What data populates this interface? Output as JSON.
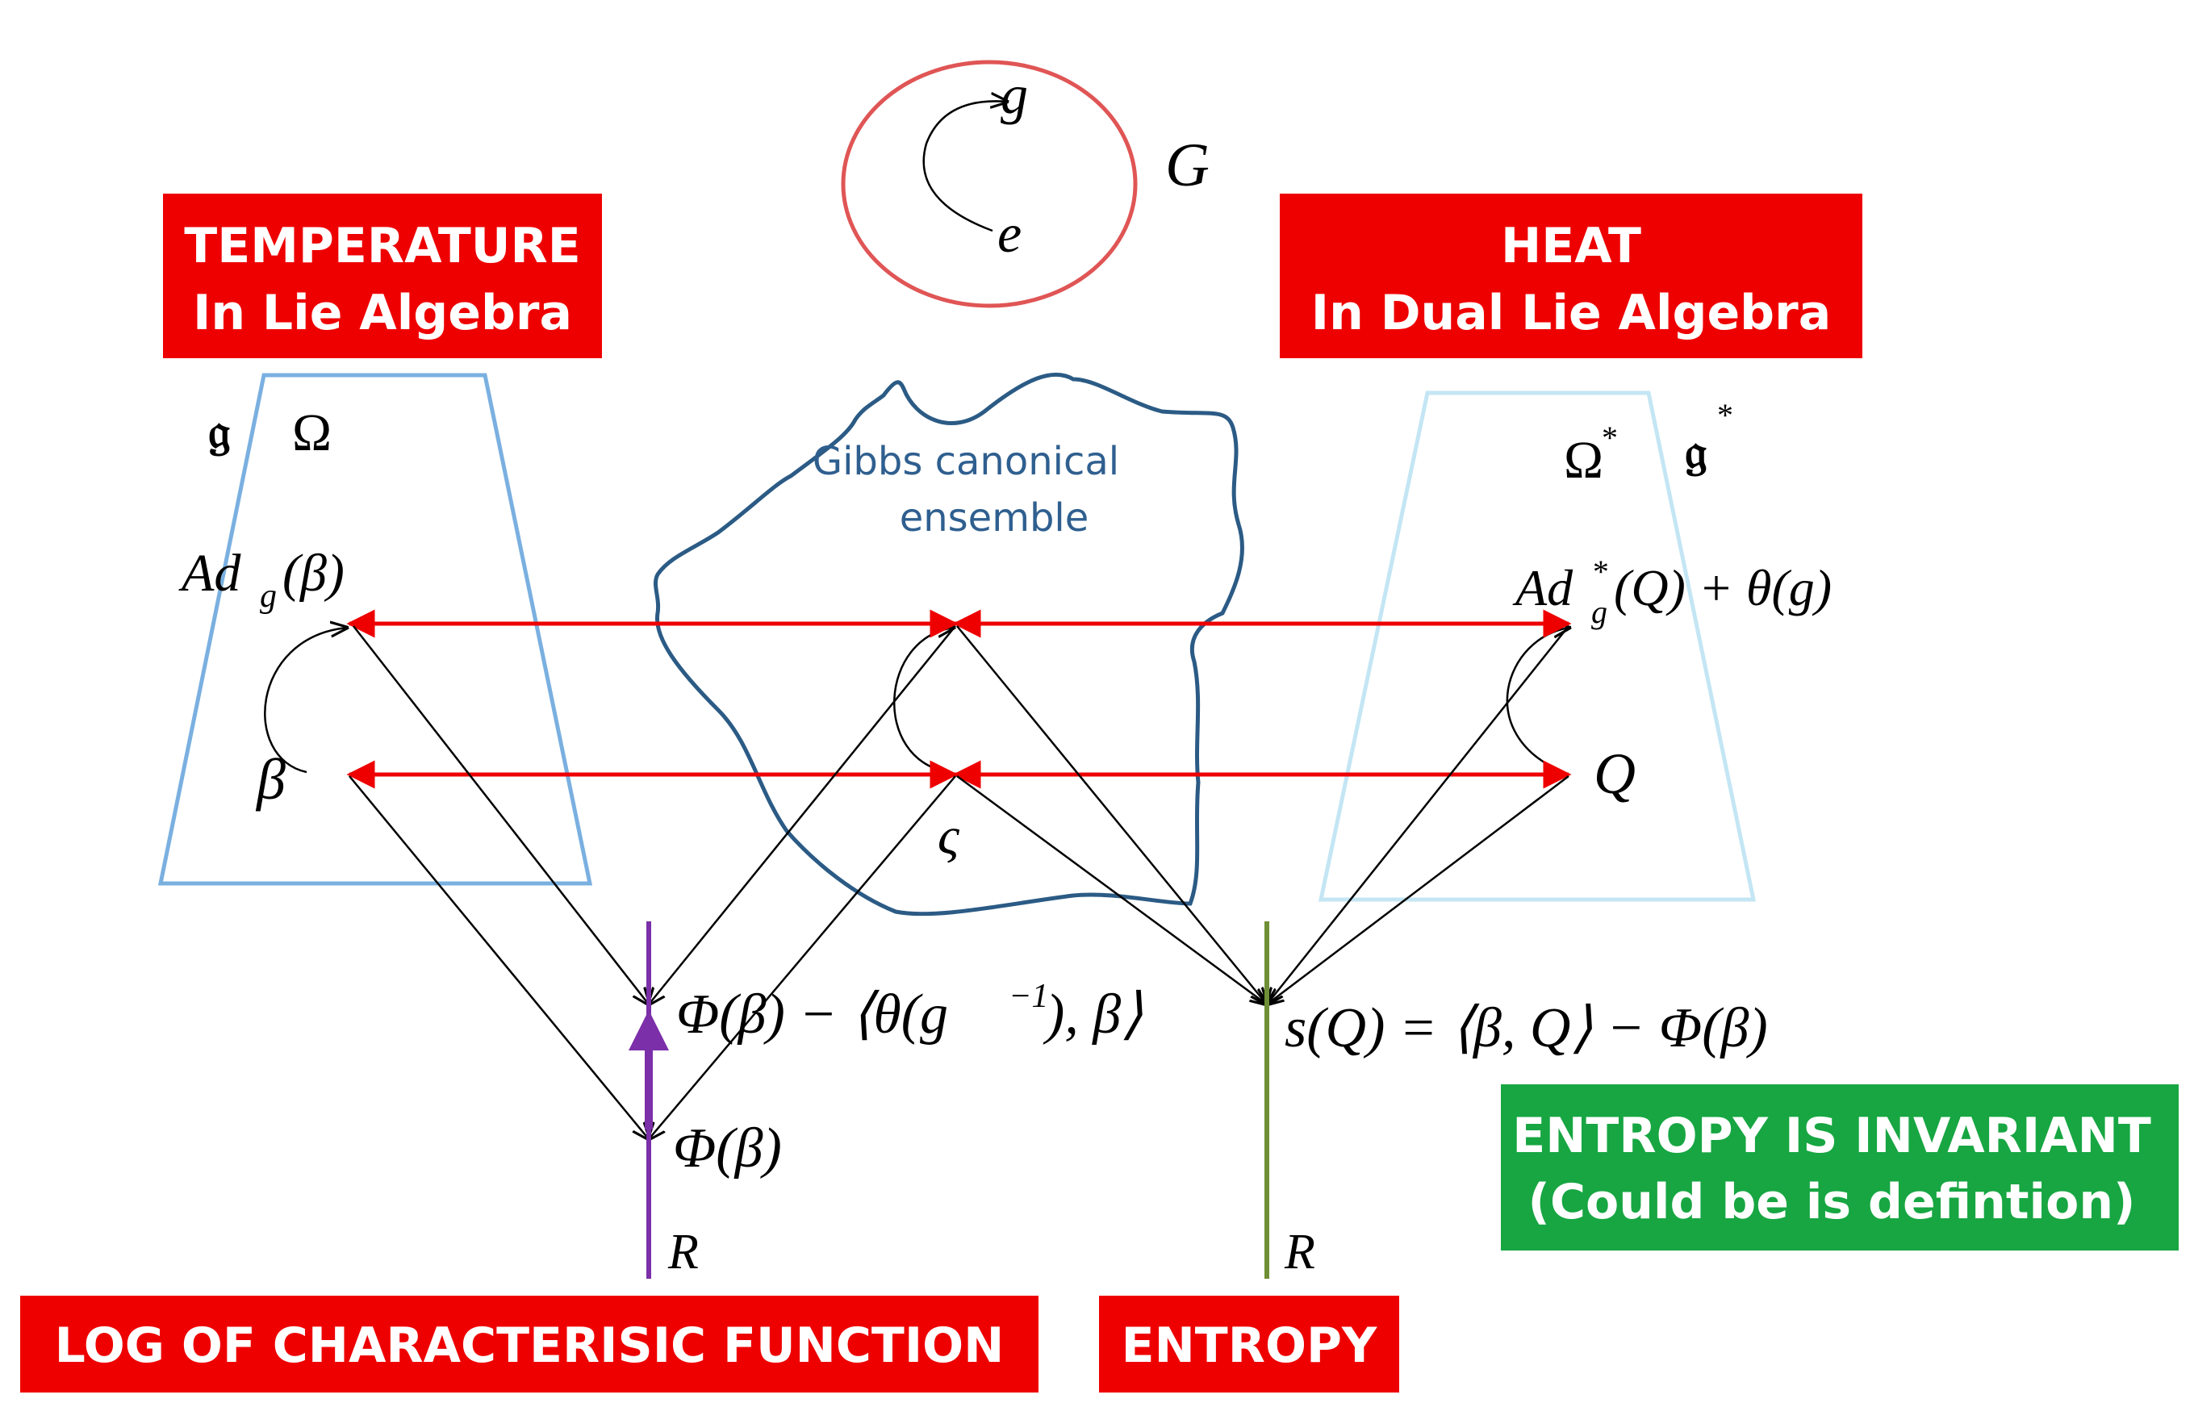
{
  "colors": {
    "red_box": "#ee0000",
    "green_box": "#17a642",
    "red_arrow": "#ee0000",
    "lie_algebra_trapezoid": "#7ab0e0",
    "dual_trapezoid": "#c4e6f4",
    "cloud_outline": "#2b5b85",
    "group_circle": "#e05555",
    "purple_axis": "#7b2fa8",
    "green_axis": "#6e8f35"
  },
  "group": {
    "g": "g",
    "e": "e",
    "G": "G"
  },
  "boxes": {
    "temperature_line1": "TEMPERATURE",
    "temperature_line2": "In Lie Algebra",
    "heat_line1": "HEAT",
    "heat_line2": "In Dual Lie Algebra",
    "log_char": "LOG OF CHARACTERISIC FUNCTION",
    "entropy": "ENTROPY",
    "invariant_line1": "ENTROPY IS INVARIANT",
    "invariant_line2": "(Could be is defintion)"
  },
  "left": {
    "frak": "𝔤",
    "omega": "Ω",
    "ad_main": "Ad",
    "ad_sub": "g",
    "ad_arg": "(β)",
    "beta": "β"
  },
  "right": {
    "omega": "Ω",
    "frak": "𝔤",
    "star": "*",
    "ad_main": "Ad",
    "ad_sup": "*",
    "ad_sub": "g",
    "ad_rest": "(Q) + θ(g)",
    "Q": "Q"
  },
  "cloud": {
    "line1": "Gibbs canonical",
    "line2": "ensemble",
    "varsigma": "ς"
  },
  "formulas": {
    "phi_shift": "Φ(β) − ⟨θ(g",
    "phi_shift_sup": "−1",
    "phi_shift_end": "), β⟩",
    "phi": "Φ(β)",
    "entropy": "s(Q) = ⟨β, Q⟩ − Φ(β)",
    "R_left": "R",
    "R_right": "R"
  }
}
